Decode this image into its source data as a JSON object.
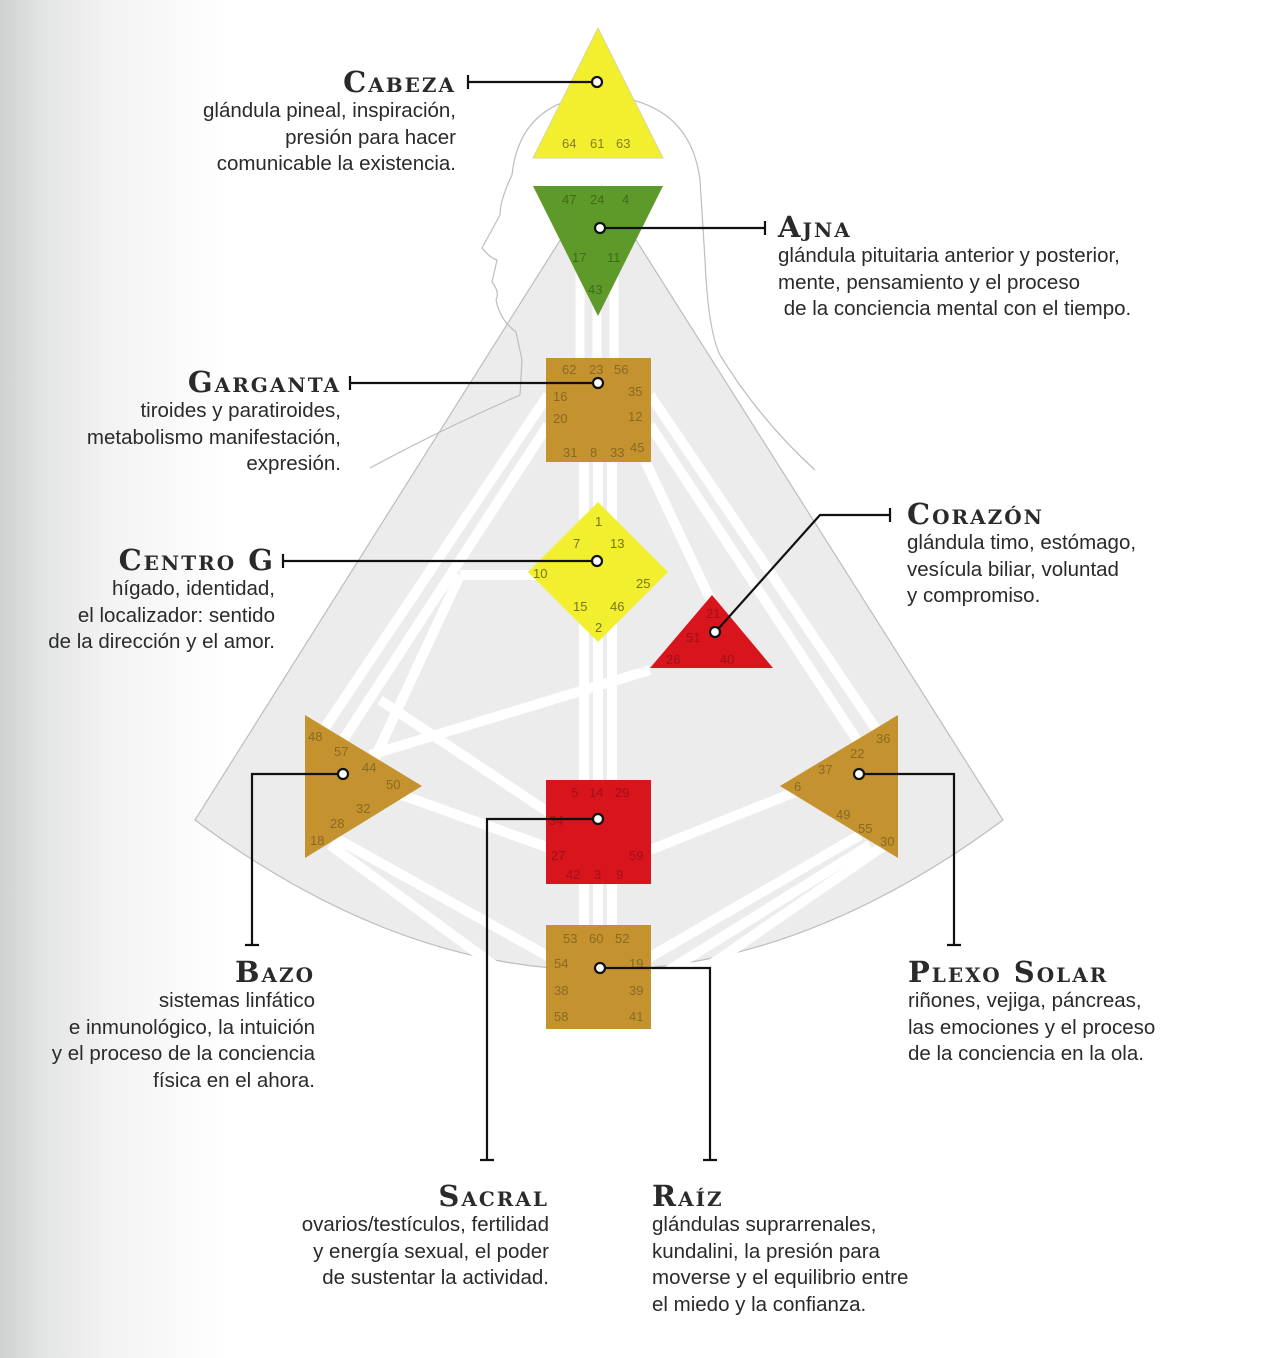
{
  "centers": [
    {
      "id": "cabeza",
      "title": "Cabeza",
      "lines": [
        "glándula pineal, inspiración,",
        "presión para hacer",
        "comunicable la existencia."
      ],
      "color": "#f2ef2e",
      "gates": [
        "64",
        "61",
        "63"
      ]
    },
    {
      "id": "ajna",
      "title": "Ajna",
      "lines": [
        "glándula pituitaria anterior y posterior,",
        "mente, pensamiento y el proceso",
        " de la conciencia mental con el tiempo."
      ],
      "color": "#5e9a2a",
      "gates": [
        "47",
        "24",
        "4",
        "17",
        "11",
        "43"
      ]
    },
    {
      "id": "garganta",
      "title": "Garganta",
      "lines": [
        "tiroides y paratiroides,",
        "metabolismo manifestación,",
        "expresión."
      ],
      "color": "#c4922e",
      "gates": [
        "62",
        "23",
        "56",
        "16",
        "35",
        "20",
        "12",
        "31",
        "8",
        "33",
        "45"
      ]
    },
    {
      "id": "centro-g",
      "title": "Centro G",
      "lines": [
        "hígado, identidad,",
        "el localizador: sentido",
        "de la dirección y el amor."
      ],
      "color": "#f2ef2e",
      "gates": [
        "1",
        "7",
        "13",
        "10",
        "25",
        "15",
        "46",
        "2"
      ]
    },
    {
      "id": "corazon",
      "title": "Corazón",
      "lines": [
        "glándula timo, estómago,",
        "vesícula biliar, voluntad",
        "y compromiso."
      ],
      "color": "#d8141c",
      "gates": [
        "21",
        "51",
        "26",
        "40"
      ]
    },
    {
      "id": "bazo",
      "title": "Bazo",
      "lines": [
        "sistemas linfático",
        "e inmunológico, la intuición",
        "y el proceso de la conciencia",
        "física en el ahora."
      ],
      "color": "#c4922e",
      "gates": [
        "48",
        "57",
        "44",
        "50",
        "32",
        "28",
        "18"
      ]
    },
    {
      "id": "sacral",
      "title": "Sacral",
      "lines": [
        "ovarios/testículos, fertilidad",
        "y energía sexual, el poder",
        "de sustentar la actividad."
      ],
      "color": "#d8141c",
      "gates": [
        "5",
        "14",
        "29",
        "34",
        "27",
        "59",
        "42",
        "3",
        "9"
      ]
    },
    {
      "id": "plexo-solar",
      "title": "Plexo Solar",
      "lines": [
        "riñones, vejiga, páncreas,",
        "las emociones y el proceso",
        "de la conciencia en la ola."
      ],
      "color": "#c4922e",
      "gates": [
        "36",
        "22",
        "37",
        "6",
        "49",
        "55",
        "30"
      ]
    },
    {
      "id": "raiz",
      "title": "Raíz",
      "lines": [
        "glándulas suprarrenales,",
        "kundalini, la presión para",
        "moverse y el equilibrio entre",
        "el miedo y la confianza."
      ],
      "color": "#c4922e",
      "gates": [
        "53",
        "60",
        "52",
        "54",
        "19",
        "38",
        "39",
        "58",
        "41"
      ]
    }
  ]
}
